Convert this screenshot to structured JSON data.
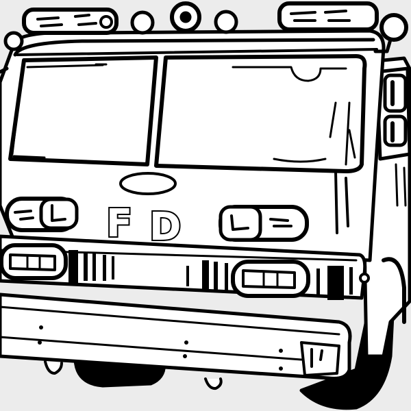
{
  "illustration": {
    "subject": "fire truck front view line art",
    "style": "black outline on white, coloring page",
    "lettering": {
      "left": "F",
      "right": "D"
    },
    "colors": {
      "background": "#ececec",
      "body_fill": "#ffffff",
      "outline": "#000000"
    }
  }
}
